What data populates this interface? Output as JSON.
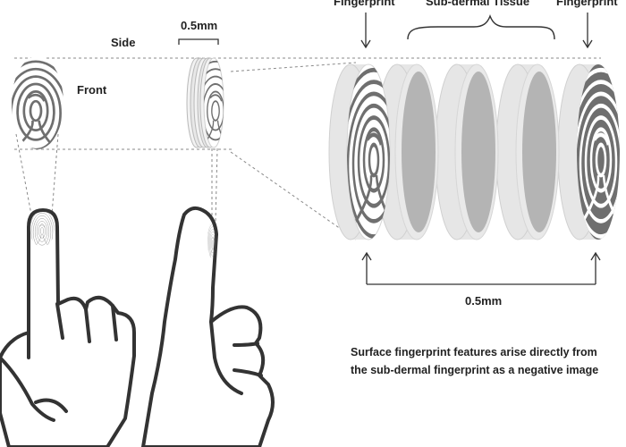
{
  "labels": {
    "side": "Side",
    "front": "Front",
    "thickness_top": "0.5mm",
    "thickness_bottom": "0.5mm",
    "surface_fingerprint": "Fingerprint",
    "subdermal_tissue": "Sub-dermal Tissue",
    "subdermal_fingerprint": "Fingerprint"
  },
  "caption": {
    "line1": "Surface fingerprint features arise directly from",
    "line2": "the sub-dermal fingerprint as a negative image"
  },
  "colors": {
    "ridge": "#6f6f6f",
    "tissue": "#b4b4b4",
    "slab_edge": "#e6e6e6",
    "outline": "#333333",
    "dashed": "#8a8a8a"
  },
  "icons": [
    "fingerprint-icon",
    "pointing-hand-icon",
    "tissue-layer-icon"
  ]
}
